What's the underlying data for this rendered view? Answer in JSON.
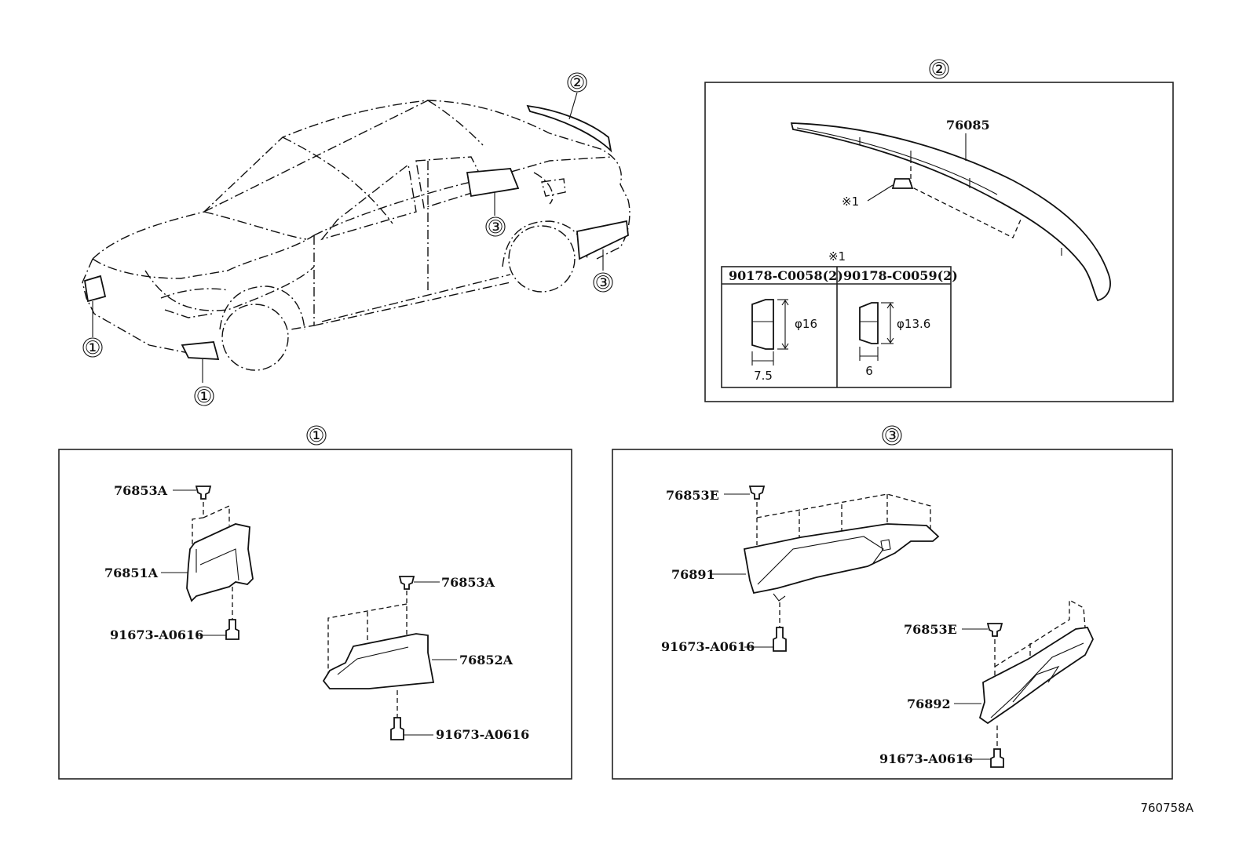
{
  "callouts": {
    "c1": "①",
    "c2": "②",
    "c3": "③",
    "note_mark": "※1"
  },
  "parts": {
    "spoiler": "76085",
    "clip_a1": "76853A",
    "clip_a2": "76853A",
    "front_left": "76851A",
    "front_right": "76852A",
    "bolt_1": "91673-A0616",
    "bolt_2": "91673-A0616",
    "clip_e1": "76853E",
    "clip_e2": "76853E",
    "rear_left": "76891",
    "rear_right": "76892",
    "bolt_3": "91673-A0616",
    "bolt_4": "91673-A0616"
  },
  "nut_table": {
    "col1_header": "90178-C0058(2)",
    "col2_header": "90178-C0059(2)",
    "col1_dia": "φ16",
    "col2_dia": "φ13.6",
    "col1_width": "7.5",
    "col2_width": "6"
  },
  "drawing_number": "760758A"
}
